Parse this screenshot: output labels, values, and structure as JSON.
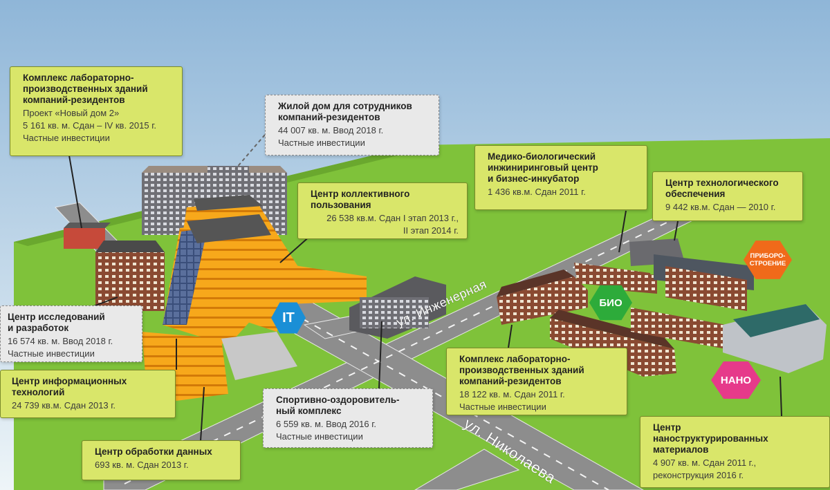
{
  "colors": {
    "sky_top": "#8fb6d8",
    "sky_bottom": "#eef5f8",
    "grass": "#7fc23a",
    "road": "#8d8d8d",
    "callout_fill": "#d9e66a",
    "callout_gray": "#e9e9e9",
    "badge_it": "#1a8fd6",
    "badge_bio": "#2dab3a",
    "badge_nano": "#e63a8a",
    "badge_pribor": "#f06a1a"
  },
  "callouts": [
    {
      "id": "lab-complex-new-house",
      "title": "Комплекс лабораторно-\nпроизводственных зданий\nкомпаний-резидентов",
      "details": "Проект «Новый дом 2»\n5 161 кв. м. Сдан – IV кв. 2015 г.\nЧастные инвестиции"
    },
    {
      "id": "residential-house",
      "title": "Жилой дом для сотрудников\nкомпаний-резидентов",
      "details": "44 007 кв. м. Ввод 2018 г.\nЧастные инвестиции"
    },
    {
      "id": "shared-use-center",
      "title": "Центр коллективного\nпользования",
      "details": "26 538 кв.м. Сдан I этап 2013 г.,\nII этап 2014 г."
    },
    {
      "id": "medbio-center",
      "title": "Медико-биологический\nинжиниринговый центр\nи бизнес-инкубатор",
      "details": "1 436 кв.м. Сдан 2011 г."
    },
    {
      "id": "tech-support-center",
      "title": "Центр технологического\nобеспечения",
      "details": "9 442 кв.м. Сдан — 2010 г."
    },
    {
      "id": "research-center",
      "title": "Центр исследований\nи разработок",
      "details": "16 574 кв. м. Ввод 2018 г.\nЧастные инвестиции"
    },
    {
      "id": "it-center",
      "title": "Центр информационных\nтехнологий",
      "details": "24 739 кв.м. Сдан 2013 г."
    },
    {
      "id": "data-center",
      "title": "Центр обработки данных",
      "details": "693 кв. м. Сдан 2013 г."
    },
    {
      "id": "sports-complex",
      "title": "Спортивно-оздоровитель-\nный комплекс",
      "details": "6 559 кв. м. Ввод 2016 г.\nЧастные инвестиции"
    },
    {
      "id": "lab-complex-2011",
      "title": "Комплекс лабораторно-\nпроизводственных зданий\nкомпаний-резидентов",
      "details": "18 122 кв. м. Сдан 2011 г.\nЧастные инвестиции"
    },
    {
      "id": "nano-center",
      "title": "Центр\nнаноструктурированных\nматериалов",
      "details": "4 907 кв. м. Сдан 2011 г.,\nреконструкция 2016 г."
    }
  ],
  "badges": {
    "it": "IT",
    "bio": "БИО",
    "nano": "НАНО",
    "pribor": "ПРИБОРО-\nСТРОЕНИЕ"
  },
  "streets": {
    "inzhenernaya": "ул. Инженерная",
    "nikolaeva": "ул. Николаева"
  }
}
